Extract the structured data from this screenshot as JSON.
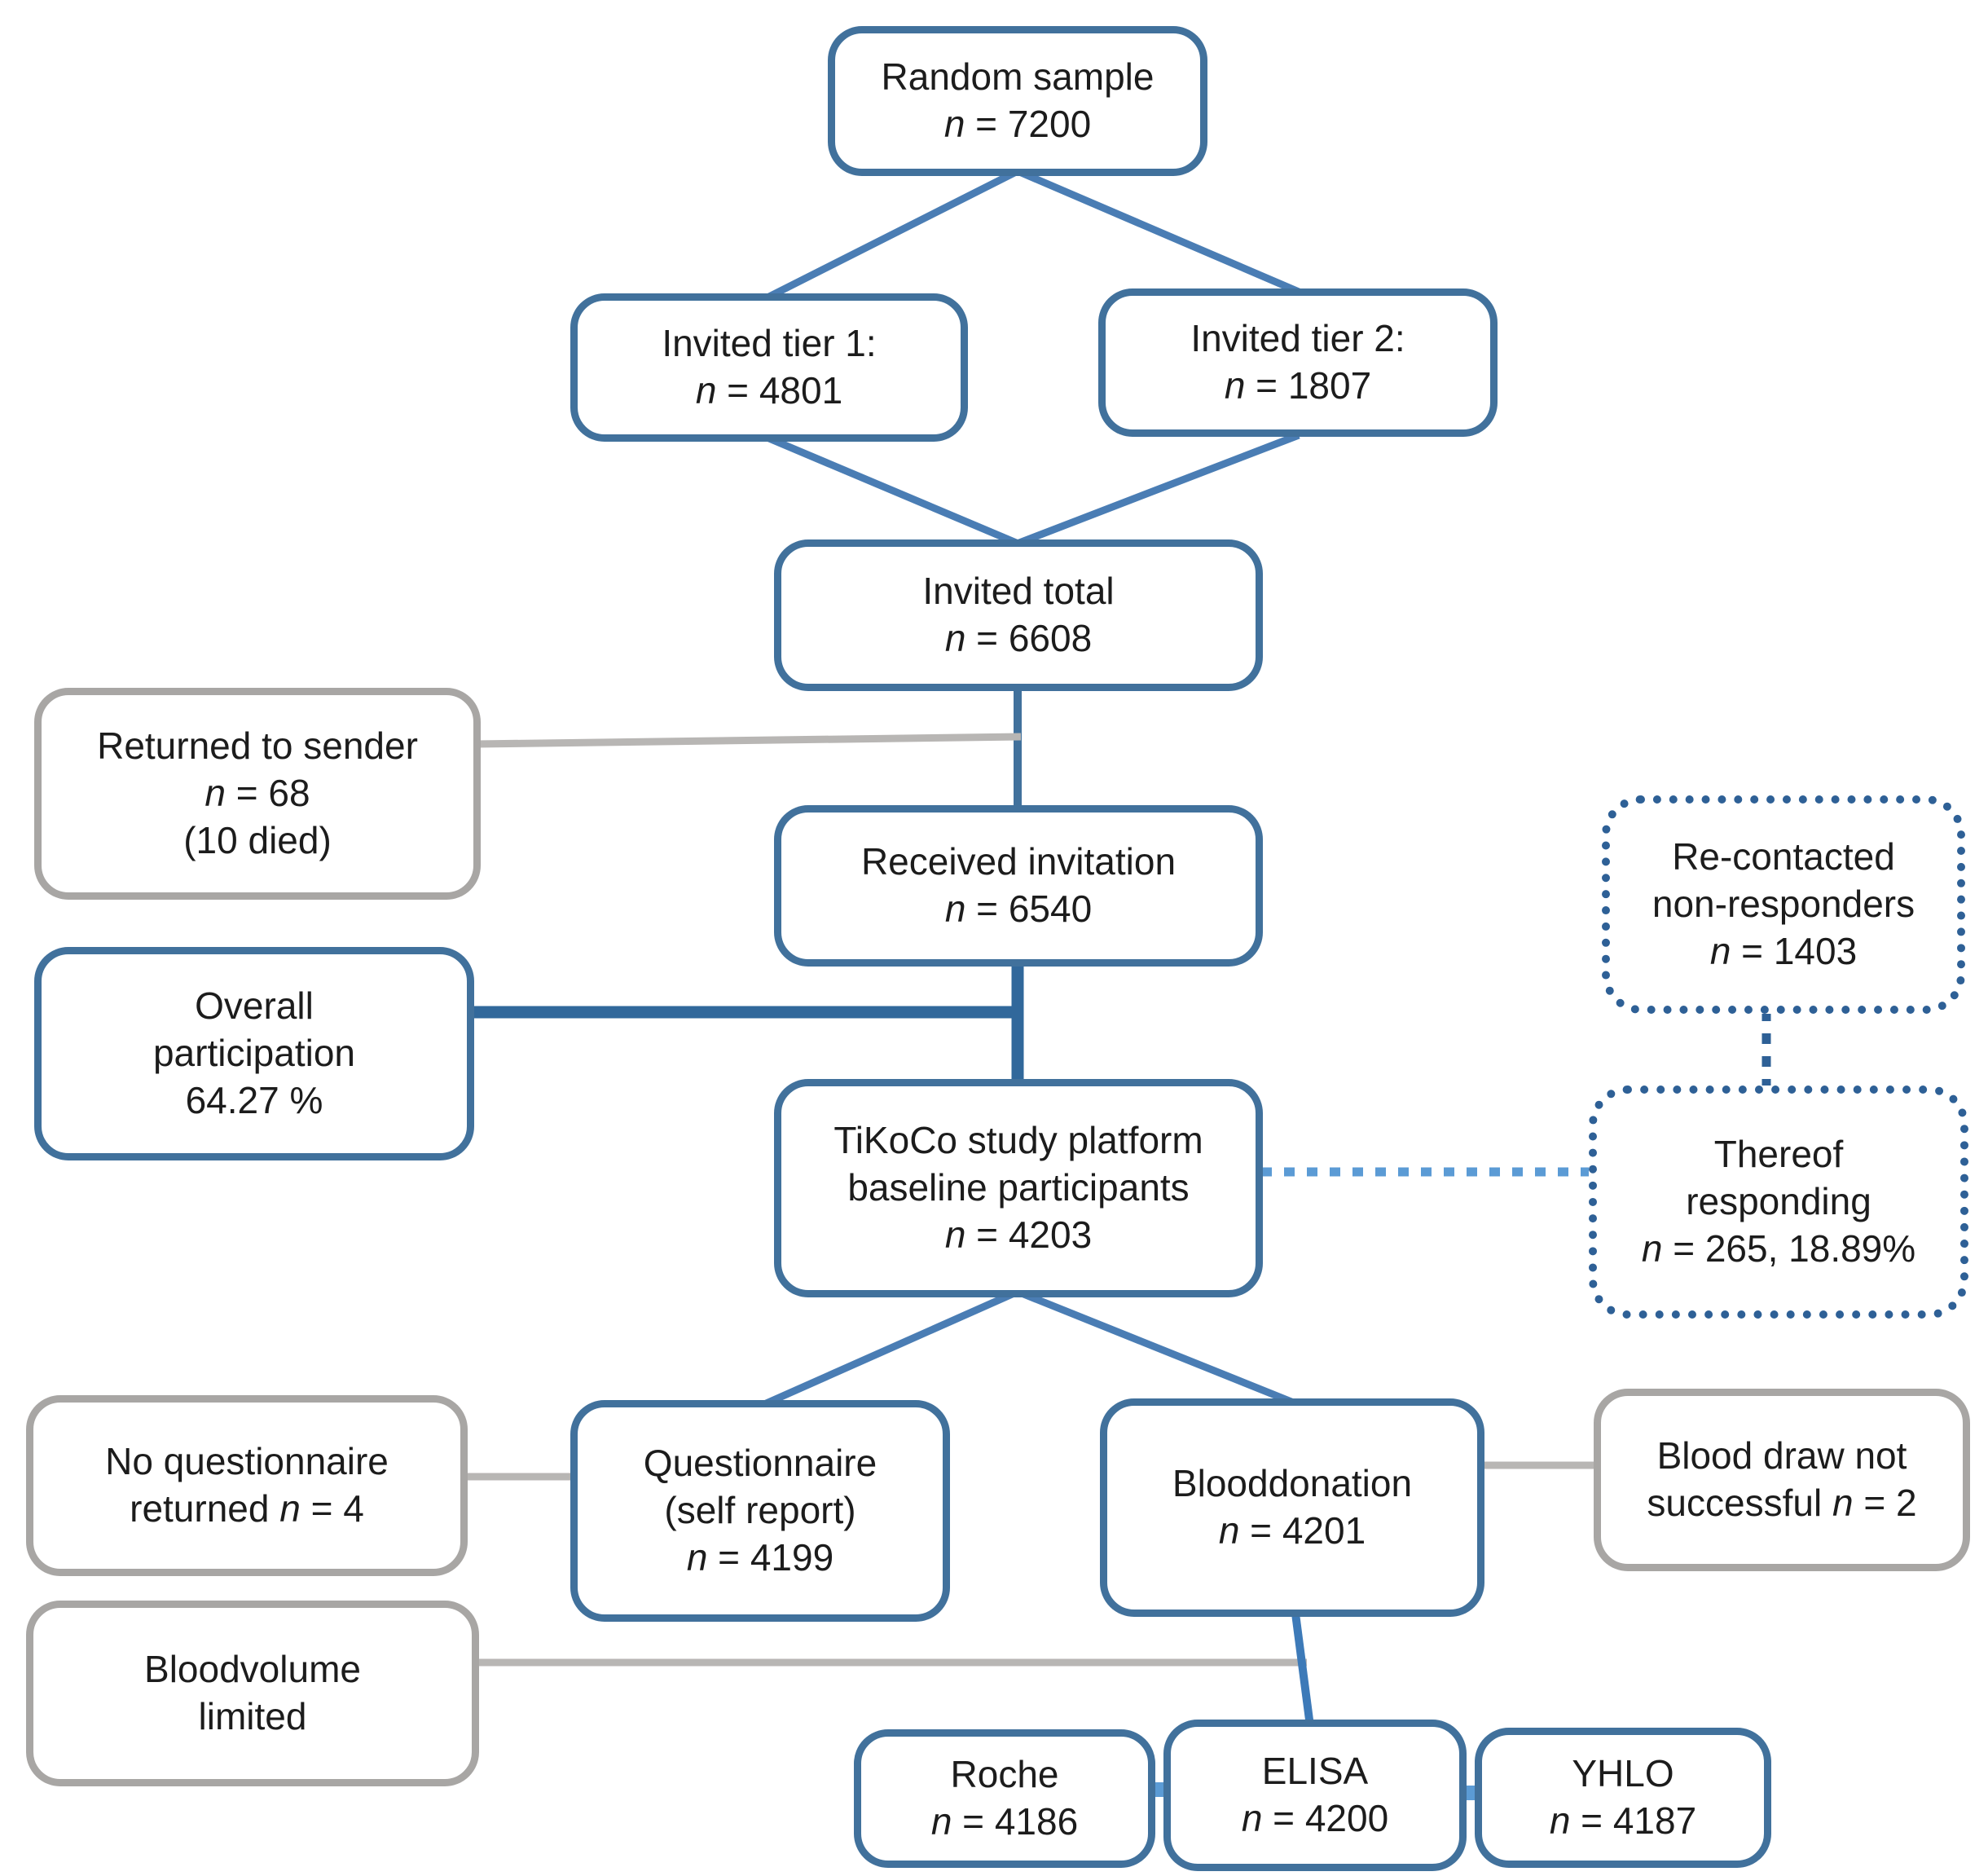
{
  "diagram": {
    "nodes": {
      "random_sample": {
        "label": "Random sample",
        "n_var": "n",
        "n_eq": " = 7200"
      },
      "invited_tier_1": {
        "label": "Invited tier 1:",
        "n_var": "n",
        "n_eq": " = 4801"
      },
      "invited_tier_2": {
        "label": "Invited tier 2:",
        "n_var": "n",
        "n_eq": " = 1807"
      },
      "invited_total": {
        "label": "Invited total",
        "n_var": "n",
        "n_eq": " = 6608"
      },
      "returned_to_sender": {
        "label": "Returned to sender",
        "n_var": "n",
        "n_eq": " = 68",
        "note": "(10  died)"
      },
      "received_invitation": {
        "label": "Received invitation",
        "n_var": "n",
        "n_eq": " = 6540"
      },
      "overall_participation": {
        "label1": "Overall",
        "label2": "participation",
        "value": "64.27 %"
      },
      "recontacted_nonresponders": {
        "label1": "Re-contacted",
        "label2": "non-responders",
        "n_var": "n",
        "n_eq": " = 1403"
      },
      "tikoco_baseline": {
        "label1": "TiKoCo study platform",
        "label2": "baseline participants",
        "n_var": "n",
        "n_eq": " = 4203"
      },
      "thereof_responding": {
        "label1": "Thereof",
        "label2": "responding",
        "n_var": "n",
        "n_eq": " = 265, 18.89%"
      },
      "no_questionnaire": {
        "label1": "No questionnaire",
        "pre": "returned",
        "n_var": "n",
        "n_eq": " = 4"
      },
      "questionnaire": {
        "label1": "Questionnaire",
        "label2": "(self report)",
        "n_var": "n",
        "n_eq": " = 4199"
      },
      "blooddonation": {
        "label": "Blooddonation",
        "n_var": "n",
        "n_eq": " = 4201"
      },
      "blood_draw_not_successful": {
        "label1": "Blood draw not",
        "pre": "successful",
        "n_var": "n",
        "n_eq": " = 2"
      },
      "bloodvolume_limited": {
        "label1": "Bloodvolume",
        "label2": "limited"
      },
      "roche": {
        "label": "Roche",
        "n_var": "n",
        "n_eq": " = 4186"
      },
      "elisa": {
        "label": "ELISA",
        "n_var": "n",
        "n_eq": " = 4200"
      },
      "yhlo": {
        "label": "YHLO",
        "n_var": "n",
        "n_eq": " = 4187"
      }
    },
    "edges": [
      {
        "from": "random_sample",
        "to": "invited_tier_1",
        "style": "solid-blue"
      },
      {
        "from": "random_sample",
        "to": "invited_tier_2",
        "style": "solid-blue"
      },
      {
        "from": "invited_tier_1",
        "to": "invited_total",
        "style": "solid-blue"
      },
      {
        "from": "invited_tier_2",
        "to": "invited_total",
        "style": "solid-blue"
      },
      {
        "from": "invited_total",
        "to": "received_invitation",
        "style": "solid-blue"
      },
      {
        "from": "returned_to_sender",
        "to": "received_invitation",
        "style": "solid-gray"
      },
      {
        "from": "received_invitation",
        "to": "tikoco_baseline",
        "style": "solid-dark-blue"
      },
      {
        "from": "overall_participation",
        "to": "tikoco_baseline",
        "style": "solid-dark-blue"
      },
      {
        "from": "tikoco_baseline",
        "to": "thereof_responding",
        "style": "dotted-light-blue"
      },
      {
        "from": "recontacted_nonresponders",
        "to": "thereof_responding",
        "style": "dotted-dark-blue"
      },
      {
        "from": "tikoco_baseline",
        "to": "questionnaire",
        "style": "solid-blue"
      },
      {
        "from": "tikoco_baseline",
        "to": "blooddonation",
        "style": "solid-blue"
      },
      {
        "from": "no_questionnaire",
        "to": "questionnaire",
        "style": "solid-gray"
      },
      {
        "from": "blooddonation",
        "to": "blood_draw_not_successful",
        "style": "solid-gray"
      },
      {
        "from": "blooddonation",
        "to": "elisa",
        "style": "solid-blue"
      },
      {
        "from": "bloodvolume_limited",
        "to": "elisa",
        "style": "solid-gray"
      },
      {
        "from": "roche",
        "to": "elisa",
        "style": "solid-light-blue"
      },
      {
        "from": "elisa",
        "to": "yhlo",
        "style": "solid-light-blue"
      }
    ],
    "colors": {
      "accent_blue": "#41719c",
      "connector_blue": "#4a7db4",
      "dark_blue": "#31689b",
      "mid_blue": "#3d7ab8",
      "light_blue": "#5b9bd5",
      "dot_blue": "#2e6096",
      "gray": "#a8a6a4",
      "line_gray": "#b8b6b4",
      "text": "#1c1c1c"
    }
  }
}
